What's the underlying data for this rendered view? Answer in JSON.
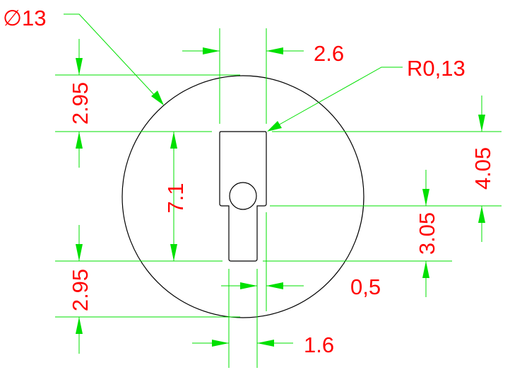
{
  "drawing": {
    "dimensions": {
      "outer_diameter": "∅13",
      "slot_width_top": "2.6",
      "corner_radius": "R0,13",
      "top_offset": "2.95",
      "slot_length": "7.1",
      "upper_slot_height": "4.05",
      "lower_slot_height": "3.05",
      "bottom_offset": "2.95",
      "step": "0,5",
      "slot_width_bottom": "1.6"
    },
    "colors": {
      "dimension_lines": "#00e000",
      "dimension_text": "#ff0000",
      "geometry": "#000000"
    }
  }
}
